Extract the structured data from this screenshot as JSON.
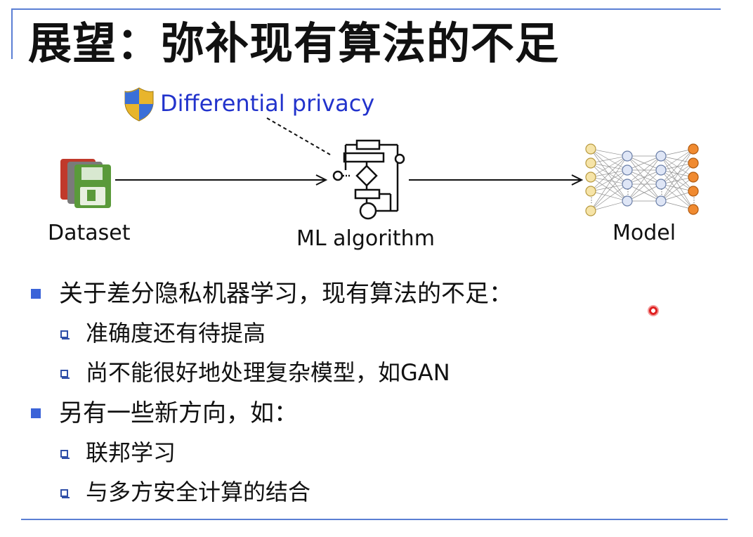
{
  "title": "展望：弥补现有算法的不足",
  "diagram": {
    "privacy_label": "Differential privacy",
    "dataset_label": "Dataset",
    "algorithm_label": "ML algorithm",
    "model_label": "Model"
  },
  "bullets": [
    {
      "text": "关于差分隐私机器学习，现有算法的不足：",
      "items": [
        "准确度还有待提高",
        "尚不能很好地处理复杂模型，如GAN"
      ]
    },
    {
      "text": "另有一些新方向，如：",
      "items": [
        "联邦学习",
        "与多方安全计算的结合"
      ]
    }
  ],
  "colors": {
    "accent_rule": "#5b7fd4",
    "privacy_text": "#2233cc",
    "bullet": "#3b63d8",
    "pointer": "#e02020"
  }
}
